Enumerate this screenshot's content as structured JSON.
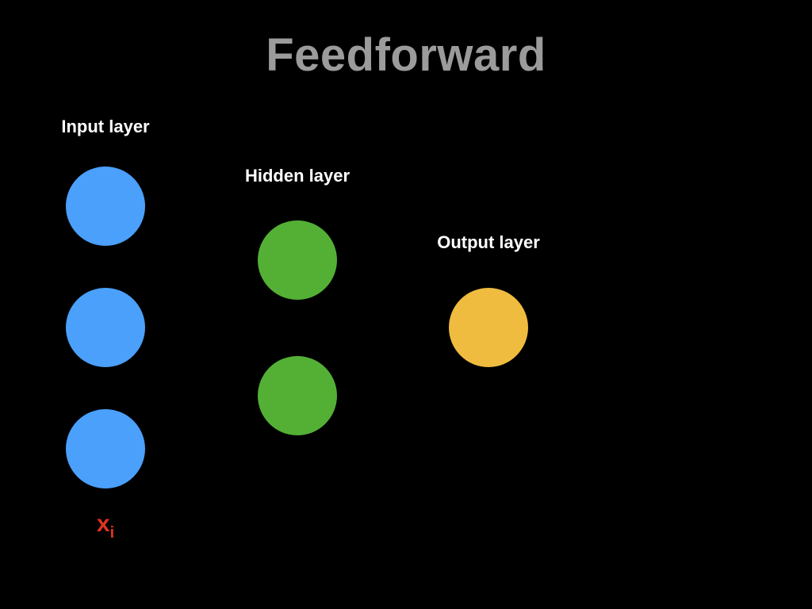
{
  "slide": {
    "title": "Feedforward",
    "colors": {
      "background": "#000000",
      "title": "#9b9b9b",
      "label": "#ffffff",
      "input_node": "#4aa0fb",
      "hidden_node": "#53b035",
      "output_node": "#efbc3f",
      "variable": "#e0341f"
    },
    "layers": {
      "input": {
        "label": "Input layer",
        "node_count": 3
      },
      "hidden": {
        "label": "Hidden layer",
        "node_count": 2
      },
      "output": {
        "label": "Output layer",
        "node_count": 1
      }
    },
    "input_variable": {
      "base": "x",
      "subscript": "i"
    }
  }
}
